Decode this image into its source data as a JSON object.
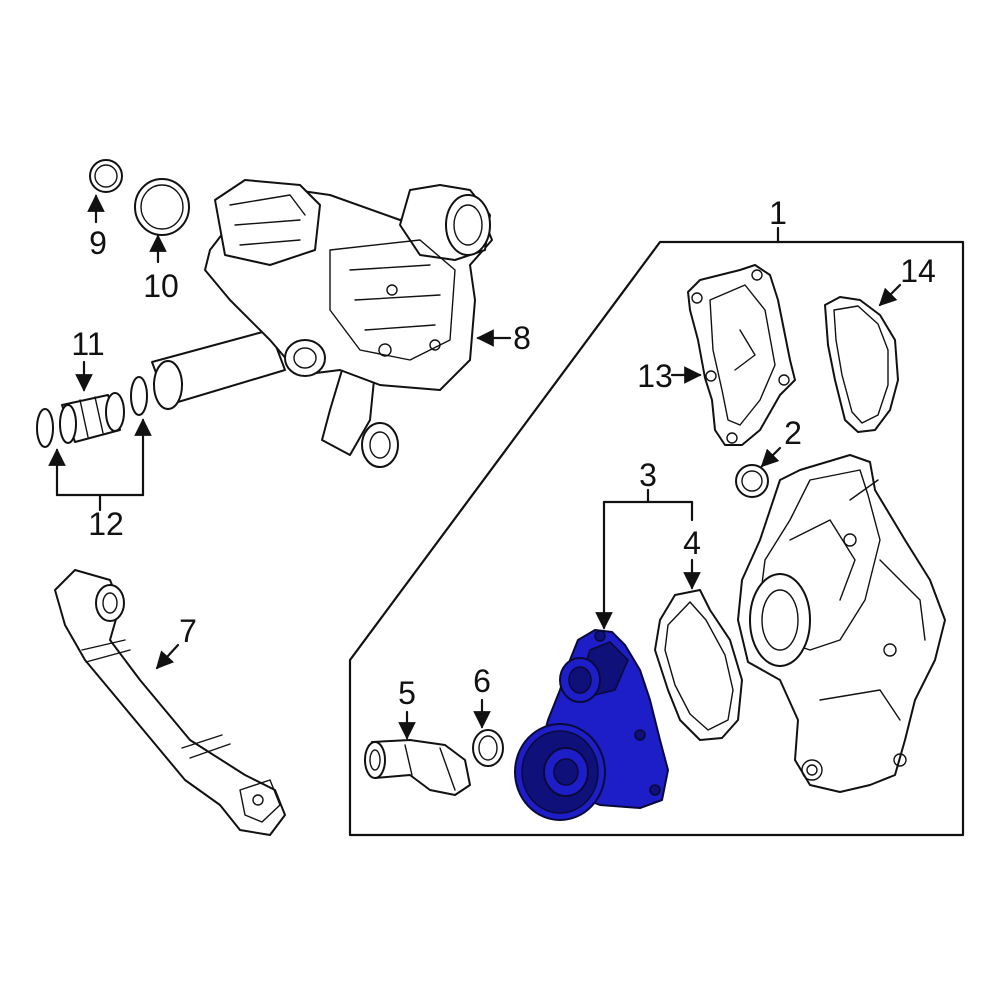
{
  "callouts": {
    "c1": "1",
    "c2": "2",
    "c3": "3",
    "c4": "4",
    "c5": "5",
    "c6": "6",
    "c7": "7",
    "c8": "8",
    "c9": "9",
    "c10": "10",
    "c11": "11",
    "c12": "12",
    "c13": "13",
    "c14": "14"
  },
  "colors": {
    "highlight": "#1e1ec8",
    "highlight_dark": "#10107a",
    "line": "#111111",
    "background": "#ffffff"
  }
}
